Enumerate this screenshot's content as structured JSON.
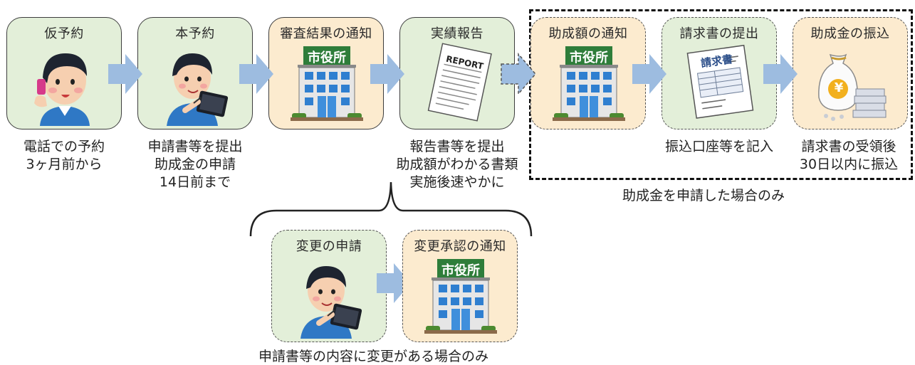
{
  "steps": [
    {
      "title": "仮予約",
      "lines": [
        "電話での予約",
        "3ヶ月前から"
      ]
    },
    {
      "title": "本予約",
      "lines": [
        "申請書等を提出",
        "助成金の申請",
        "14日前まで"
      ]
    },
    {
      "title": "審査結果の通知",
      "lines": []
    },
    {
      "title": "実績報告",
      "lines": [
        "報告書等を提出",
        "助成額がわかる書類",
        "実施後速やかに"
      ]
    },
    {
      "title": "助成額の通知",
      "lines": []
    },
    {
      "title": "請求書の提出",
      "lines": [
        "振込口座等を記入"
      ]
    },
    {
      "title": "助成金の振込",
      "lines": [
        "請求書の受領後",
        "30日以内に振込"
      ]
    }
  ],
  "change_steps": [
    {
      "title": "変更の申請"
    },
    {
      "title": "変更承認の通知"
    }
  ],
  "notes": {
    "grant_only": "助成金を申請した場合のみ",
    "change_only": "申請書等の内容に変更がある場合のみ"
  },
  "illustration_text": {
    "city_hall_sign": "市役所",
    "report_heading": "REPORT",
    "invoice_heading": "請求書",
    "yen_mark": "¥"
  },
  "colors": {
    "card_green": "#e3efd9",
    "card_orange": "#fcebcf",
    "arrow_blue": "#9dbce0",
    "building_blue": "#2f7fd0",
    "sign_green": "#2e7d3a"
  }
}
